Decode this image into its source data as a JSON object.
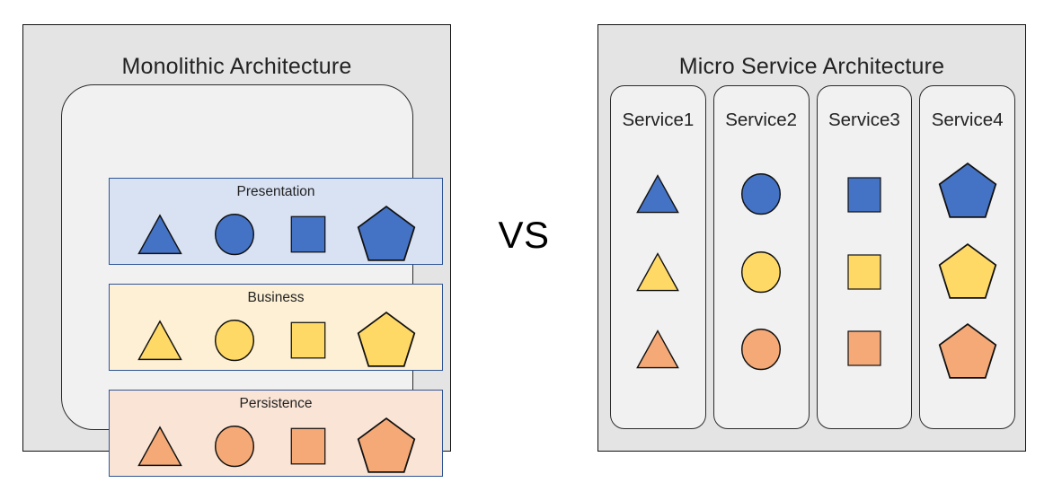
{
  "page": {
    "background": "#FFFFFF",
    "vs_label": "VS"
  },
  "palette": {
    "blue": "#4472C4",
    "yellow": "#FFD966",
    "orange": "#F4A977",
    "shape_stroke": "#111111",
    "panel_fill": "#E4E4E4",
    "panel_stroke": "#111111",
    "card_fill": "#F1F1F1",
    "card_stroke": "#2B2B2B",
    "layer_stroke": "#2F5597",
    "presentation_fill": "#D9E2F3",
    "business_fill": "#FDF0D5",
    "persistence_fill": "#FAE4D6"
  },
  "left_panel": {
    "title": "Monolithic Architecture",
    "layers": [
      {
        "name": "Presentation",
        "fill": "#D9E2F3",
        "shape_color": "#4472C4",
        "shapes": [
          "triangle",
          "circle",
          "square",
          "pentagon"
        ]
      },
      {
        "name": "Business",
        "fill": "#FDF0D5",
        "shape_color": "#FFD966",
        "shapes": [
          "triangle",
          "circle",
          "square",
          "pentagon"
        ]
      },
      {
        "name": "Persistence",
        "fill": "#FAE4D6",
        "shape_color": "#F4A977",
        "shapes": [
          "triangle",
          "circle",
          "square",
          "pentagon"
        ]
      }
    ]
  },
  "right_panel": {
    "title": "Micro Service Architecture",
    "services": [
      {
        "label": "Service1",
        "shape": "triangle",
        "shape_colors": [
          "#4472C4",
          "#FFD966",
          "#F4A977"
        ]
      },
      {
        "label": "Service2",
        "shape": "circle",
        "shape_colors": [
          "#4472C4",
          "#FFD966",
          "#F4A977"
        ]
      },
      {
        "label": "Service3",
        "shape": "square",
        "shape_colors": [
          "#4472C4",
          "#FFD966",
          "#F4A977"
        ]
      },
      {
        "label": "Service4",
        "shape": "pentagon",
        "shape_colors": [
          "#4472C4",
          "#FFD966",
          "#F4A977"
        ]
      }
    ]
  }
}
